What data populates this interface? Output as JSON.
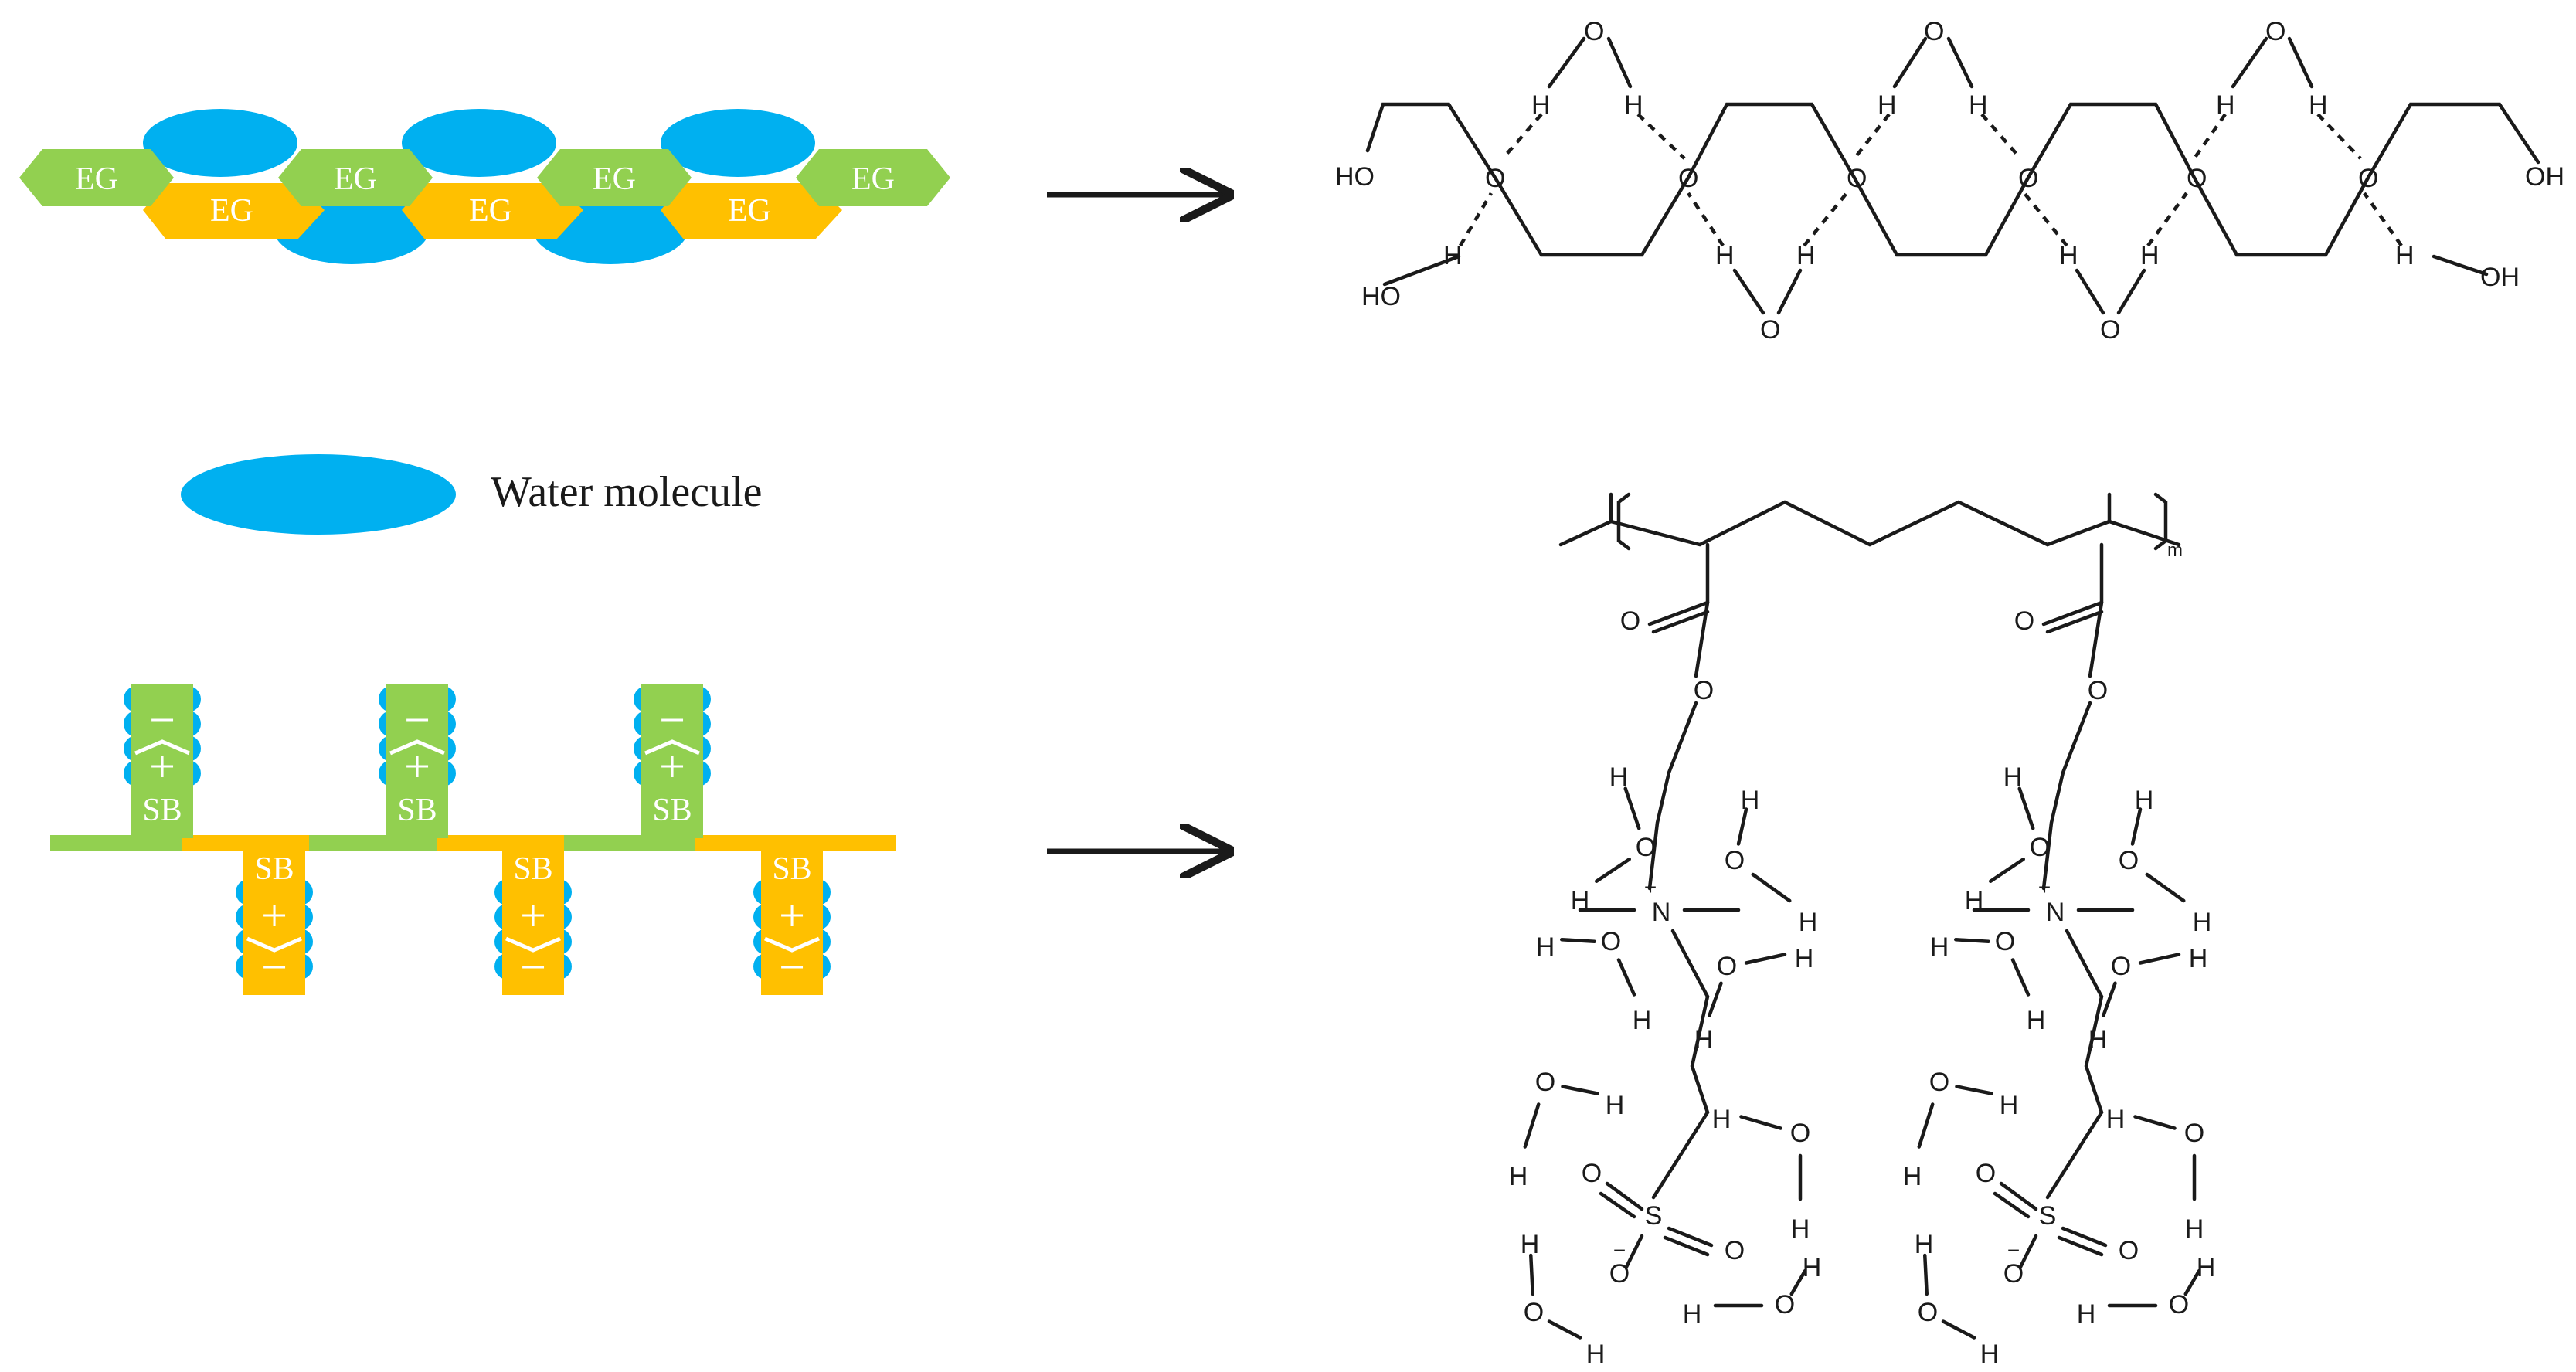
{
  "colors": {
    "green": "#92d050",
    "orange": "#ffc000",
    "water": "#00b0f0",
    "text_on_shape": "#ffffff",
    "ink": "#1a1a1a"
  },
  "eg_schematic": {
    "top_segments": [
      "EG",
      "EG",
      "EG",
      "EG"
    ],
    "bottom_segments": [
      "EG",
      "EG",
      "EG"
    ]
  },
  "legend": {
    "water_label": "Water molecule"
  },
  "sb_schematic": {
    "up_pendants": [
      {
        "label": "SB",
        "plus": "+",
        "minus": "−"
      },
      {
        "label": "SB",
        "plus": "+",
        "minus": "−"
      },
      {
        "label": "SB",
        "plus": "+",
        "minus": "−"
      }
    ],
    "down_pendants": [
      {
        "label": "SB",
        "plus": "+",
        "minus": "−"
      },
      {
        "label": "SB",
        "plus": "+",
        "minus": "−"
      },
      {
        "label": "SB",
        "plus": "+",
        "minus": "−"
      }
    ]
  },
  "peg_structure": {
    "chain_ends": [
      "HO",
      "OH"
    ],
    "ether_oxygen": "O",
    "water_hydrogen": "H",
    "water_oxygen": "O",
    "hydroxyl": [
      "HO",
      "OH"
    ]
  },
  "zwitterion_structure": {
    "repeat_subscript": "m",
    "carbonyl_oxygen": "O",
    "ester_oxygen": "O",
    "nitrogen": "N",
    "positive_charge": "+",
    "sulfur": "S",
    "sulfonate_oxygen": "O",
    "negative_charge": "−",
    "water_oxygen": "O",
    "water_hydrogen": "H"
  }
}
